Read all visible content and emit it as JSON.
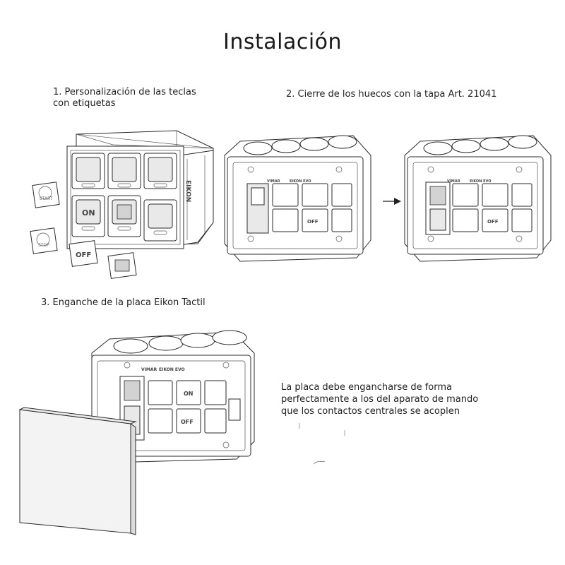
{
  "title": "Instalación",
  "steps": [
    {
      "label": "1. Personalización de las teclas\ncon etiquetas"
    },
    {
      "label": "2. Cierre de los huecos con la tapa Art. 21041"
    },
    {
      "label": "3. Enganche de la placa Eikon Tactil"
    }
  ],
  "note": "La placa debe engancharse de forma perfectamente a los del aparato de mando que los contactos centrales se acoplen",
  "key_labels": {
    "on": "ON",
    "off": "OFF",
    "start": "START",
    "stop": "STOP"
  },
  "device": {
    "brand": "VIMAR",
    "series": "EIKON EVO",
    "side_brand": "EIKON",
    "code": "21041"
  },
  "icons": {
    "arrow": "arrow-right-icon"
  }
}
